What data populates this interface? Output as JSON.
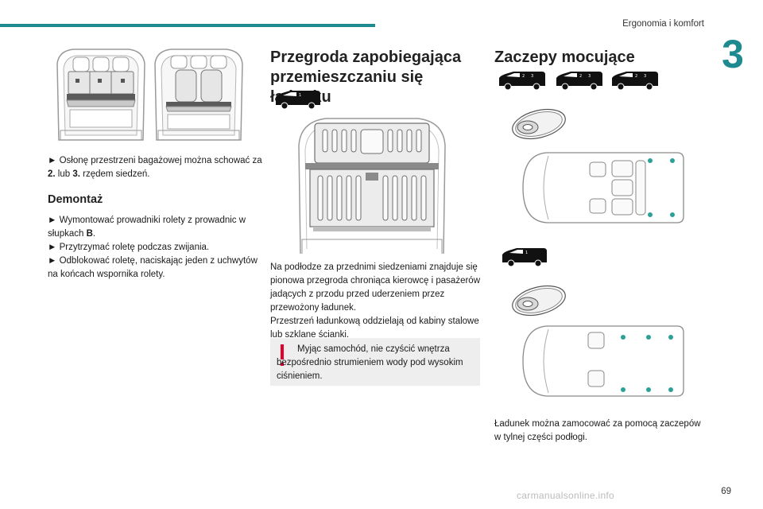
{
  "header": {
    "running_head": "Ergonomia i komfort",
    "chapter_number": "3"
  },
  "col1": {
    "bullet1": "► Osłonę przestrzeni bagażowej można schować za ",
    "bullet1_bold_a": "2.",
    "bullet1_mid": " lub ",
    "bullet1_bold_b": "3.",
    "bullet1_end": " rzędem siedzeń.",
    "subheading": "Demontaż",
    "step1": "► Wymontować prowadniki rolety z prowadnic w słupkach ",
    "step1_bold": "B",
    "step1_end": ".",
    "step2": "► Przytrzymać roletę podczas zwijania.",
    "step3": "► Odblokować roletę, naciskając jeden z uchwytów na końcach wspornika rolety."
  },
  "col2": {
    "heading": "Przegroda zapobiegająca przemieszczaniu się ładunku",
    "body1": "Na podłodze za przednimi siedzeniami znajduje się pionowa przegroda chroniąca kierowcę i pasażerów jadących z przodu przed uderzeniem przez przewożony ładunek.",
    "body2": "Przestrzeń ładunkową oddzielają od kabiny stalowe lub szklane ścianki.",
    "warning": "Myjąc samochód, nie czyścić wnętrza bezpośrednio strumieniem wody pod wysokim ciśnieniem."
  },
  "col3": {
    "heading": "Zaczepy mocujące",
    "body": "Ładunek można zamocować za pomocą zaczepów w tylnej części podłogi."
  },
  "colors": {
    "accent": "#1d8a8f",
    "warning_icon": "#e4002b",
    "anchor_point": "#2aa198",
    "warning_bg": "#eeeeee"
  },
  "footer": {
    "page_number": "69",
    "watermark": "carmanualsonline.info"
  }
}
